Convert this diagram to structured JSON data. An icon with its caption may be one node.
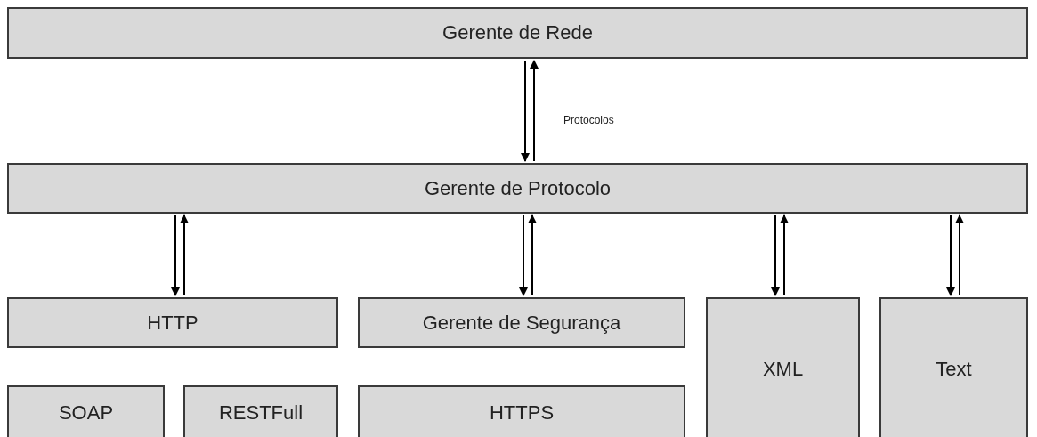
{
  "diagram": {
    "nodes": [
      {
        "text": [
          "Gerente de Rede"
        ]
      },
      {
        "text": [
          "Gerente de Protocolo"
        ]
      },
      {
        "text": [
          "HTTP"
        ]
      },
      {
        "text": [
          "SOAP"
        ]
      },
      {
        "text": [
          "RESTFull"
        ]
      },
      {
        "text": [
          "Gerente de Segurança"
        ]
      },
      {
        "text": [
          "HTTPS"
        ]
      },
      {
        "text": [
          "XML"
        ]
      },
      {
        "text": [
          "Text"
        ]
      }
    ],
    "edges": [
      {
        "from": 0,
        "to": 1,
        "arrow": "to"
      },
      {
        "from": 1,
        "to": 0,
        "arrow": "to",
        "label": "Protocolos"
      },
      {
        "from": 1,
        "to": 2,
        "arrow": "to"
      },
      {
        "from": 2,
        "to": 1,
        "arrow": "to"
      },
      {
        "from": 1,
        "to": 5,
        "arrow": "to"
      },
      {
        "from": 5,
        "to": 1,
        "arrow": "to"
      },
      {
        "from": 1,
        "to": 7,
        "arrow": "to"
      },
      {
        "from": 7,
        "to": 1,
        "arrow": "to"
      },
      {
        "from": 1,
        "to": 8,
        "arrow": "to"
      },
      {
        "from": 8,
        "to": 1,
        "arrow": "to"
      }
    ]
  }
}
